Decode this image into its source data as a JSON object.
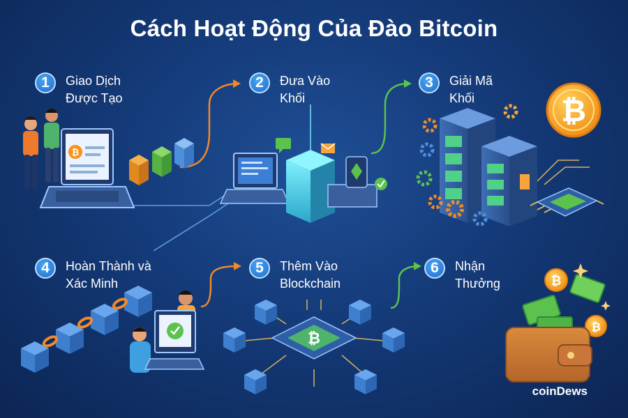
{
  "title": "Cách Hoạt Động Của Đào Bitcoin",
  "steps": [
    {
      "number": "1",
      "line1": "Giao Dịch",
      "line2": "Được Tạo"
    },
    {
      "number": "2",
      "line1": "Đưa Vào",
      "line2": "Khối"
    },
    {
      "number": "3",
      "line1": "Giải Mã",
      "line2": "Khối"
    },
    {
      "number": "4",
      "line1": "Hoàn Thành và",
      "line2": "Xác Minh"
    },
    {
      "number": "5",
      "line1": "Thêm Vào",
      "line2": "Blockchain"
    },
    {
      "number": "6",
      "line1": "Nhận",
      "line2": "Thưởng"
    }
  ],
  "brand": "coinDews",
  "colors": {
    "accent_blue": "#2b7de0",
    "arrow_orange": "#f08a2a",
    "arrow_green": "#5cc24e",
    "bitcoin_orange": "#f7931a"
  },
  "icons": [
    "laptop-icon",
    "people-icon",
    "blocks-icon",
    "server-icon",
    "gear-icon",
    "bitcoin-coin-icon",
    "chip-icon",
    "chain-icon",
    "check-icon",
    "wallet-icon",
    "cash-icon"
  ]
}
